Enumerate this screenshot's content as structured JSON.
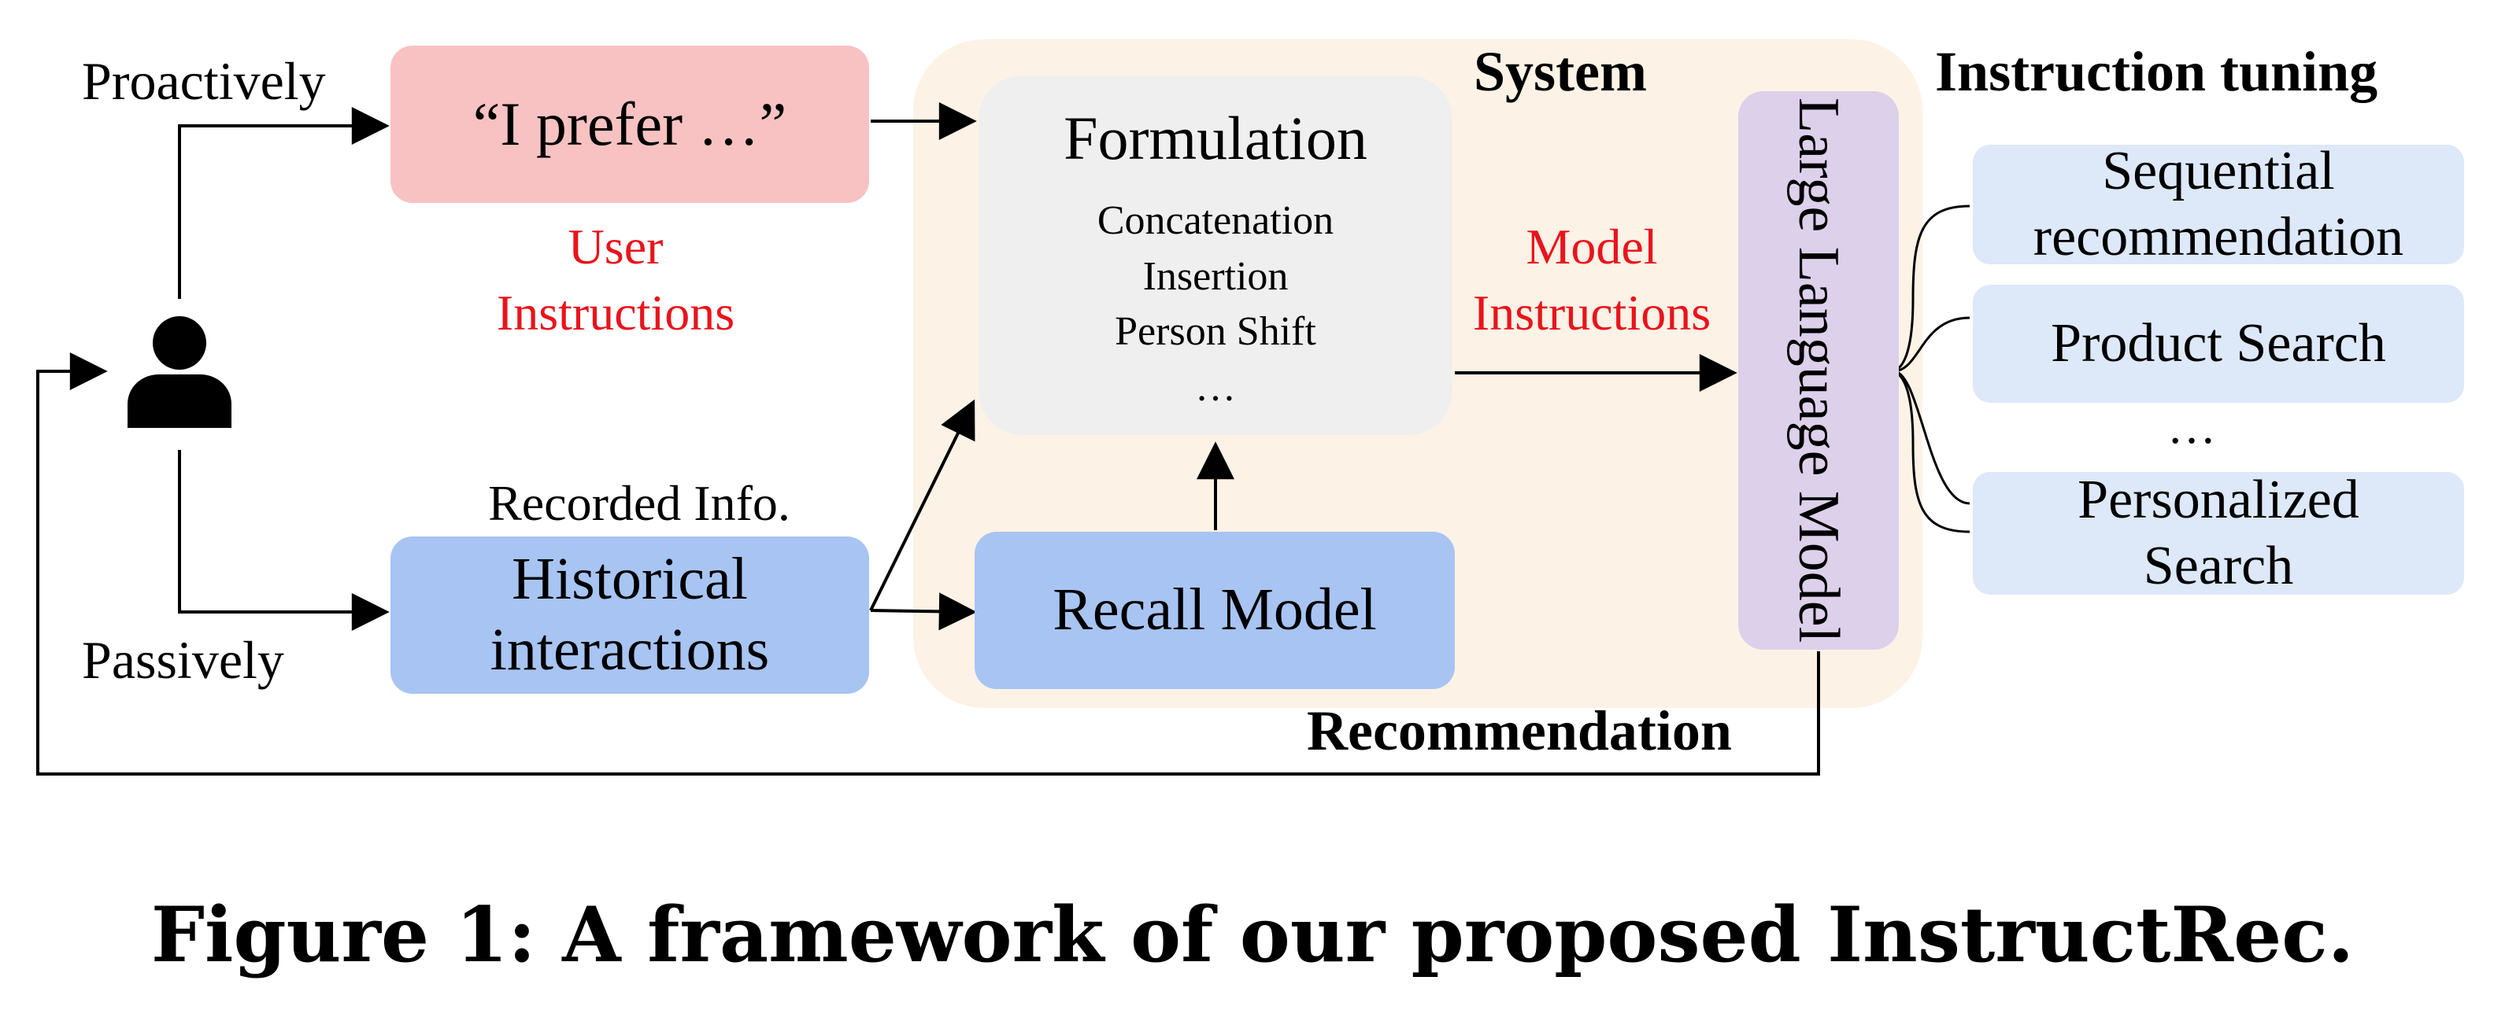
{
  "diagram": {
    "labels": {
      "proactively": "Proactively",
      "passively": "Passively",
      "recorded_info": "Recorded Info.",
      "user_instructions": "User\nInstructions",
      "model_instructions": "Model\nInstructions",
      "system": "System",
      "instruction_tuning": "Instruction tuning",
      "recommendation": "Recommendation"
    },
    "boxes": {
      "user_pref": "“I prefer …”",
      "historical": "Historical\ninteractions",
      "recall_model": "Recall Model",
      "formulation_title": "Formulation",
      "formulation_items": [
        "Concatenation",
        "Insertion",
        "Person Shift",
        "…"
      ],
      "llm": "Large\nLanguage Model"
    },
    "tasks": [
      {
        "label": "Sequential\nrecommendation"
      },
      {
        "label": "Product Search"
      },
      {
        "label": "Personalized\nSearch"
      }
    ],
    "tasks_ellipsis": "…"
  },
  "caption": "Figure 1: A framework of our proposed InstructRec.",
  "colors": {
    "user_pref_box": "#f8c2c2",
    "history_box": "#a8c4f2",
    "formulation_box": "#efefef",
    "llm_box": "#dcd0ea",
    "task_box": "#dde8f8",
    "system_panel": "#fdf2e6",
    "instruction_text": "#e8141c"
  },
  "icons": {
    "user": "user-person-icon"
  }
}
